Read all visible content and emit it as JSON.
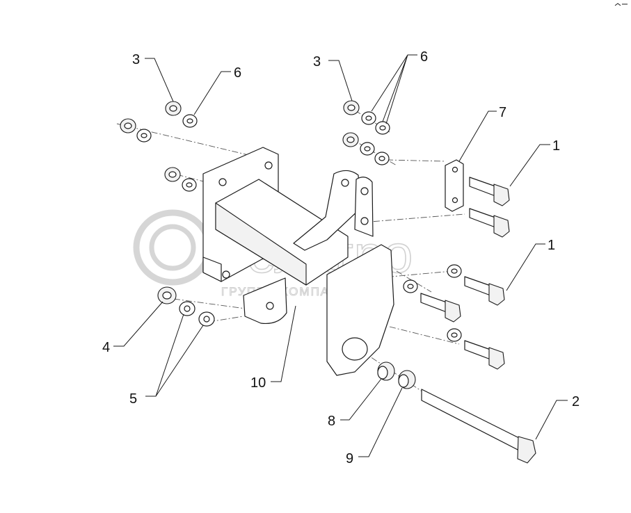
{
  "diagram": {
    "callouts": {
      "c3a": "3",
      "c6a": "6",
      "c3b": "3",
      "c6b": "6",
      "c7": "7",
      "c1a": "1",
      "c1b": "1",
      "c2": "2",
      "c4": "4",
      "c5": "5",
      "c8": "8",
      "c9": "9",
      "c10": "10"
    },
    "watermark": {
      "brand": "белагро",
      "subtitle": "ГРУППА КОМПАНИЙ"
    }
  }
}
